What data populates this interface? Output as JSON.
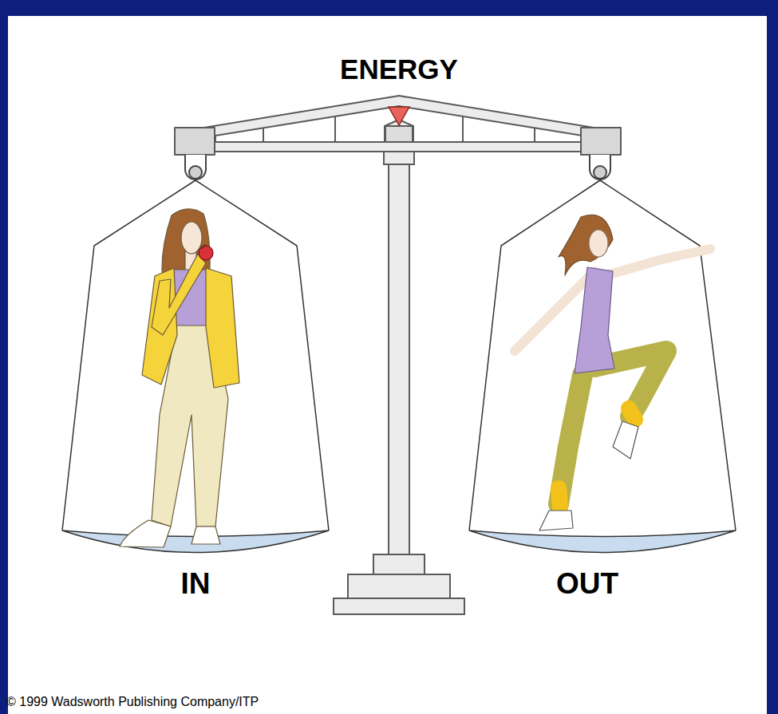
{
  "diagram": {
    "title": "ENERGY",
    "labels": [
      "IN",
      "OUT",
      "© 1999 Wadsworth Publishing Company/ITP"
    ]
  }
}
